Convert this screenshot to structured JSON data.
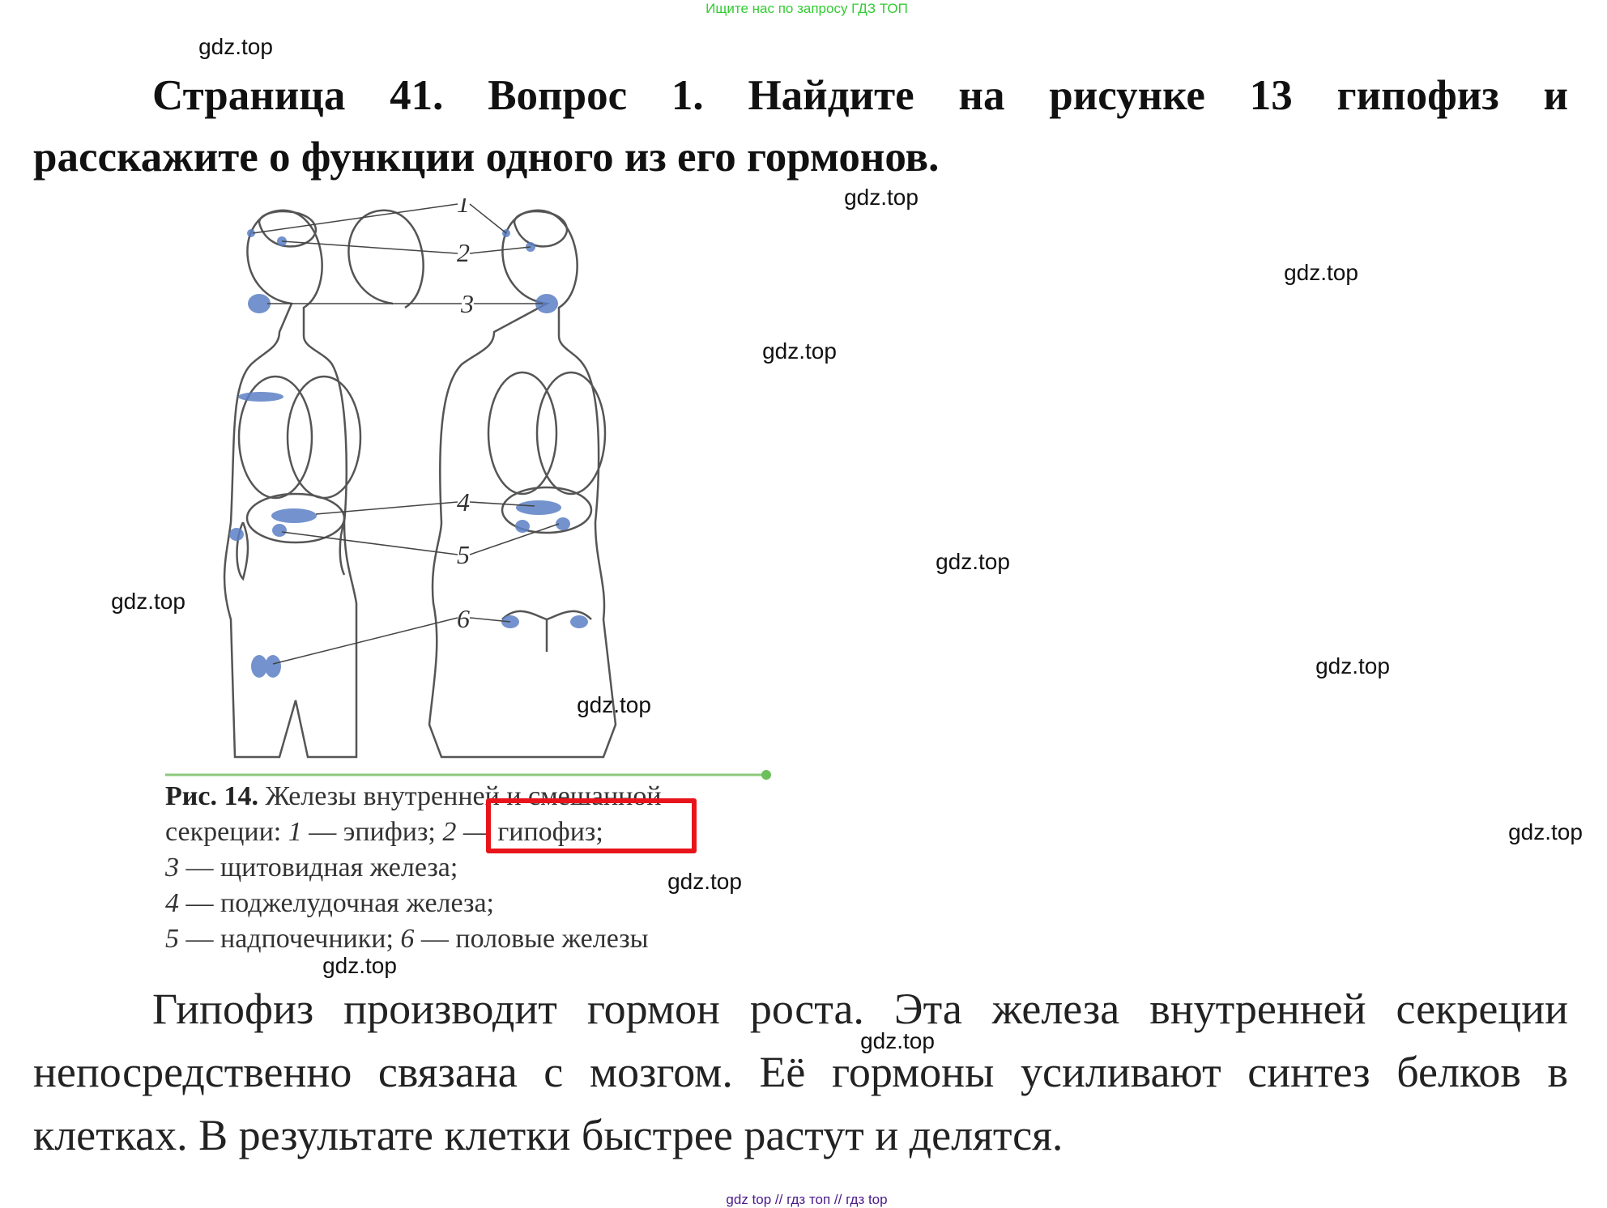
{
  "top_note": "Ищите нас по запросу ГДЗ ТОП",
  "watermark": "gdz.top",
  "heading": {
    "line1": "Страница 41. Вопрос 1.      Найдите на рисунке 13 гипофиз и",
    "line2": "расскажите о функции одного из его гормонов."
  },
  "figure": {
    "labels": [
      "1",
      "2",
      "3",
      "4",
      "5",
      "6"
    ],
    "caption": {
      "title": "Рис. 14.",
      "line1_rest": " Железы внутренней и смешанной",
      "line2a": "секреции: ",
      "n1": "1",
      "t1": " — эпифиз; ",
      "n2": "2",
      "t2": " — гипофиз;",
      "n3": "3",
      "t3": " — щитовидная железа;",
      "n4": "4",
      "t4": " — поджелудочная железа;",
      "n5": "5",
      "t5": " — надпочечники; ",
      "n6": "6",
      "t6": " — половые железы"
    },
    "highlight_color": "#e8141c",
    "gland_color": "#5b7fc4"
  },
  "answer": "Гипофиз производит гормон роста. Эта железа внутренней секреции непосредственно связана с мозгом. Её гормоны усиливают синтез белков в клетках. В результате клетки быстрее растут и делятся.",
  "footer": "gdz top  //  гдз топ  //  гдз top"
}
